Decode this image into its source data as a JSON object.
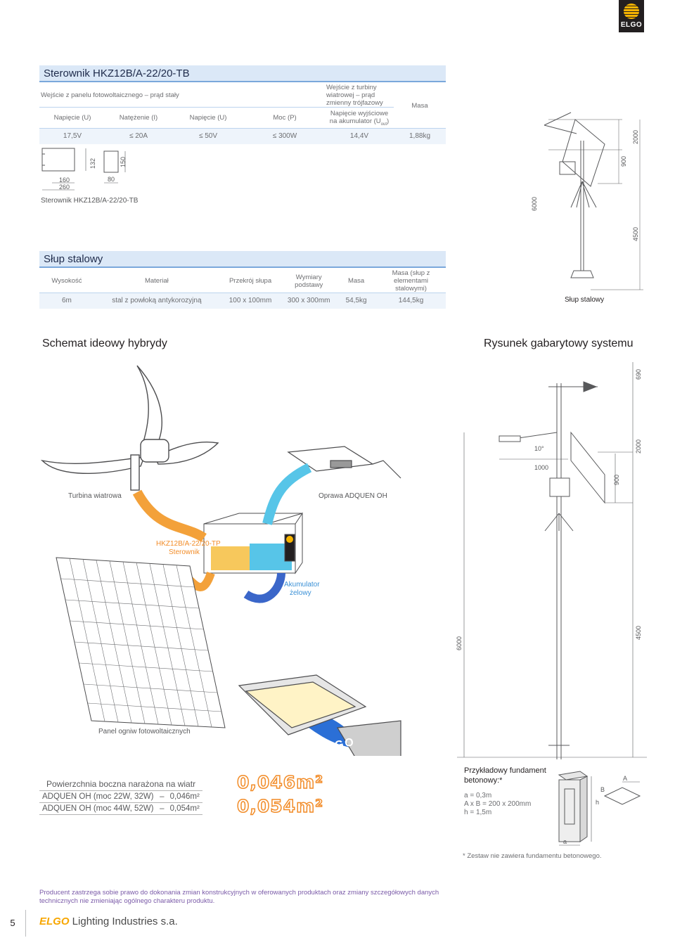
{
  "logo": {
    "text": "ELGO"
  },
  "controller": {
    "title": "Sterownik HKZ12B/A-22/20-TB",
    "group_solar": "Wejście z panelu fotowoltaicznego – prąd stały",
    "group_wind": "Wejście z turbiny wiatrowej – prąd zmienny trójfazowy",
    "col_solar_voltage": "Napięcie (U)",
    "col_solar_current": "Natężenie (I)",
    "col_wind_voltage": "Napięcie (U)",
    "col_wind_power": "Moc (P)",
    "col_output_voltage": "Napięcie wyjściowe na akumulator (U",
    "col_output_sub": "out",
    "col_output_close": ")",
    "col_mass": "Masa",
    "values": [
      "17,5V",
      "≤ 20A",
      "≤ 50V",
      "≤ 300W",
      "14,4V",
      "1,88kg"
    ],
    "drawing_label": "Sterownik HKZ12B/A-22/20-TB",
    "dims": {
      "d132": "132",
      "d150": "150",
      "d160": "160",
      "d260": "260",
      "d80": "80"
    }
  },
  "pole": {
    "title": "Słup stalowy",
    "headers": [
      "Wysokość",
      "Materiał",
      "Przekrój słupa",
      "Wymiary podstawy",
      "Masa",
      "Masa (słup z elementami stalowymi)"
    ],
    "values": [
      "6m",
      "stal z powłoką antykorozyjną",
      "100 x 100mm",
      "300 x 300mm",
      "54,5kg",
      "144,5kg"
    ],
    "drawing_label": "Słup stalowy",
    "dims": {
      "d6000": "6000",
      "d4500": "4500",
      "d2000": "2000",
      "d900": "900"
    }
  },
  "schematic": {
    "title": "Schemat ideowy hybrydy",
    "turbine": "Turbina wiatrowa",
    "luminaire": "Oprawa ADQUEN OH",
    "controller_line1": "HKZ12B/A-22/20-TP",
    "controller_line2": "Sterownik",
    "battery_line1": "Akumulator",
    "battery_line2": "żelowy",
    "panel": "Panel ogniw fotowoltaicznych",
    "lamp_brand": "ELGO"
  },
  "system_drawing": {
    "title": "Rysunek gabarytowy systemu",
    "dims": {
      "d690": "690",
      "d10": "10°",
      "d1000": "1000",
      "d2000": "2000",
      "d900": "900",
      "d6000": "6000",
      "d4500": "4500"
    }
  },
  "wind_area": {
    "title": "Powierzchnia boczna narażona na wiatr",
    "rows": [
      {
        "model": "ADQUEN OH (moc 22W, 32W)",
        "dash": "–",
        "value": "0,046m²"
      },
      {
        "model": "ADQUEN OH (moc 44W, 52W)",
        "dash": "–",
        "value": "0,054m²"
      }
    ],
    "big1": "0,046m²",
    "big2": "0,054m²"
  },
  "foundation": {
    "title_line1": "Przykładowy fundament",
    "title_line2": "betonowy:*",
    "a": "a = 0,3m",
    "axb": "A x B = 200 x 200mm",
    "h": "h = 1,5m",
    "label_a": "a",
    "label_A": "A",
    "label_B": "B",
    "label_h": "h",
    "note": "* Zestaw nie zawiera fundamentu betonowego."
  },
  "footer": {
    "disclaimer_line1": "Producent zastrzega sobie prawo do dokonania zmian konstrukcyjnych w oferowanych produktach oraz zmiany szczegółowych danych",
    "disclaimer_line2": "technicznych nie zmieniając ogólnego charakteru produktu.",
    "page": "5",
    "brand_elgo": "ELGO",
    "brand_rest": " Lighting Industries s.a."
  },
  "colors": {
    "accent_blue": "#7aa8db",
    "header_bg": "#dbe8f7",
    "orange": "#f28c28",
    "logo_yellow": "#f7b400"
  }
}
